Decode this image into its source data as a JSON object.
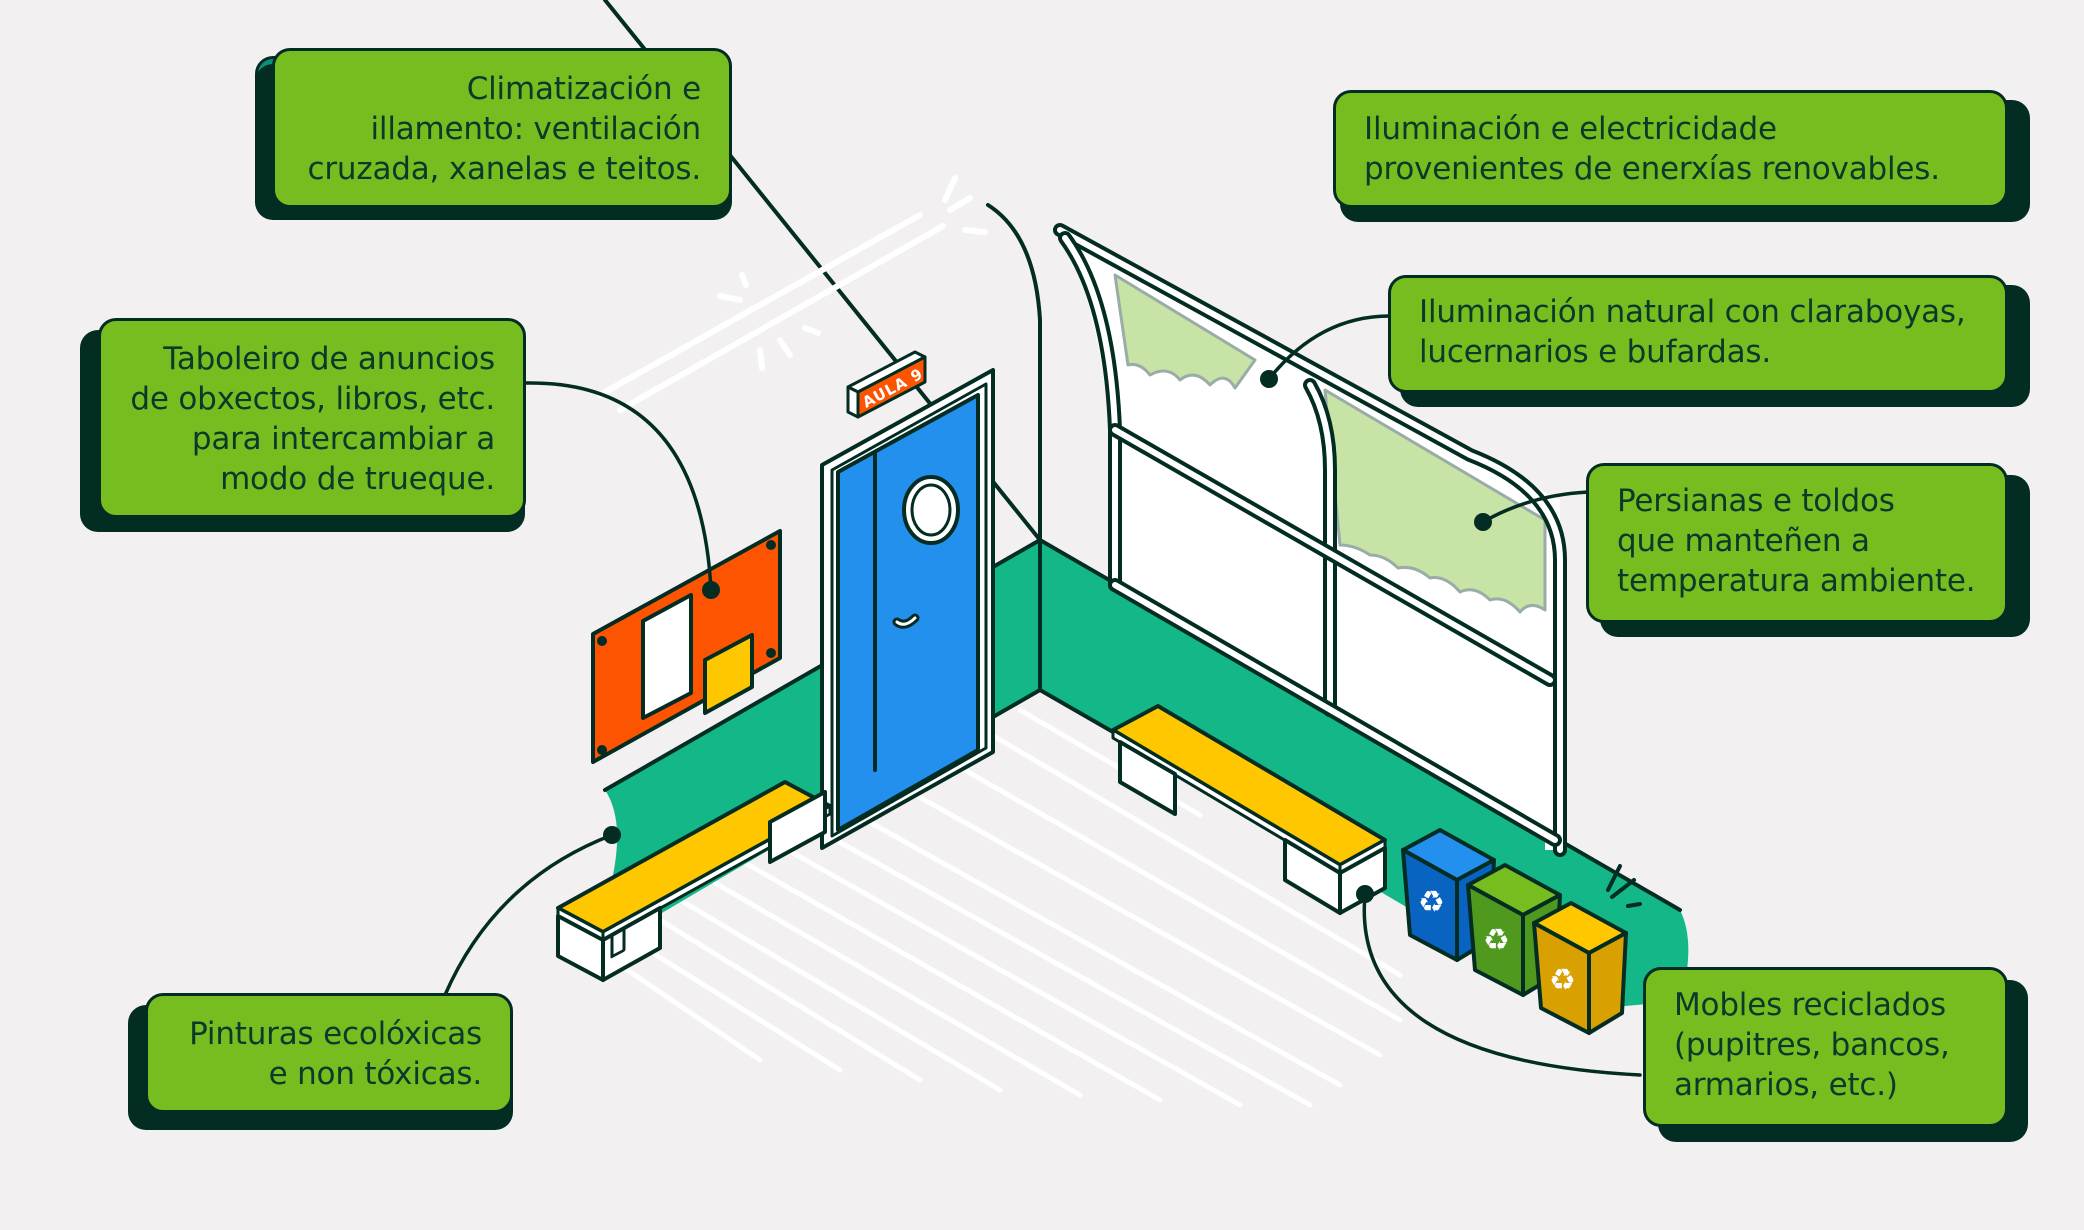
{
  "colors": {
    "background": "#f2f0f1",
    "callout_fill": "#78bd20",
    "callout_side": "#0d8f7a",
    "outline": "#032c23",
    "wall_skirting": "#14b888",
    "door": "#2490ee",
    "board": "#fd5402",
    "bench_top": "#ffc700",
    "bin_blue": "#0864c0",
    "bin_green": "#4f9a1e",
    "bin_yellow": "#d8a000",
    "awning": "#c8e3a6"
  },
  "sign": {
    "label": "AULA 9"
  },
  "callouts": [
    {
      "id": "climatizacion",
      "lines": [
        "Climatización e",
        "illamento: ventilación",
        "cruzada, xanelas e teitos."
      ]
    },
    {
      "id": "taboleiro",
      "lines": [
        "Taboleiro de anuncios",
        "de obxectos, libros, etc.",
        "para intercambiar a",
        "modo de trueque."
      ]
    },
    {
      "id": "pinturas",
      "lines": [
        "Pinturas ecolóxicas",
        "e non tóxicas."
      ]
    },
    {
      "id": "iluminacion-electricidade",
      "lines": [
        "Iluminación e electricidade",
        "provenientes de enerxías renovables."
      ]
    },
    {
      "id": "iluminacion-natural",
      "lines": [
        "Iluminación natural con claraboyas,",
        "lucernarios e bufardas."
      ]
    },
    {
      "id": "persianas",
      "lines": [
        "Persianas e toldos",
        "que manteñen a",
        "temperatura ambiente."
      ]
    },
    {
      "id": "mobles",
      "lines": [
        "Mobles reciclados",
        "(pupitres, bancos,",
        "armarios, etc.)"
      ]
    }
  ],
  "icons": {
    "recycle": "recycle-icon"
  }
}
